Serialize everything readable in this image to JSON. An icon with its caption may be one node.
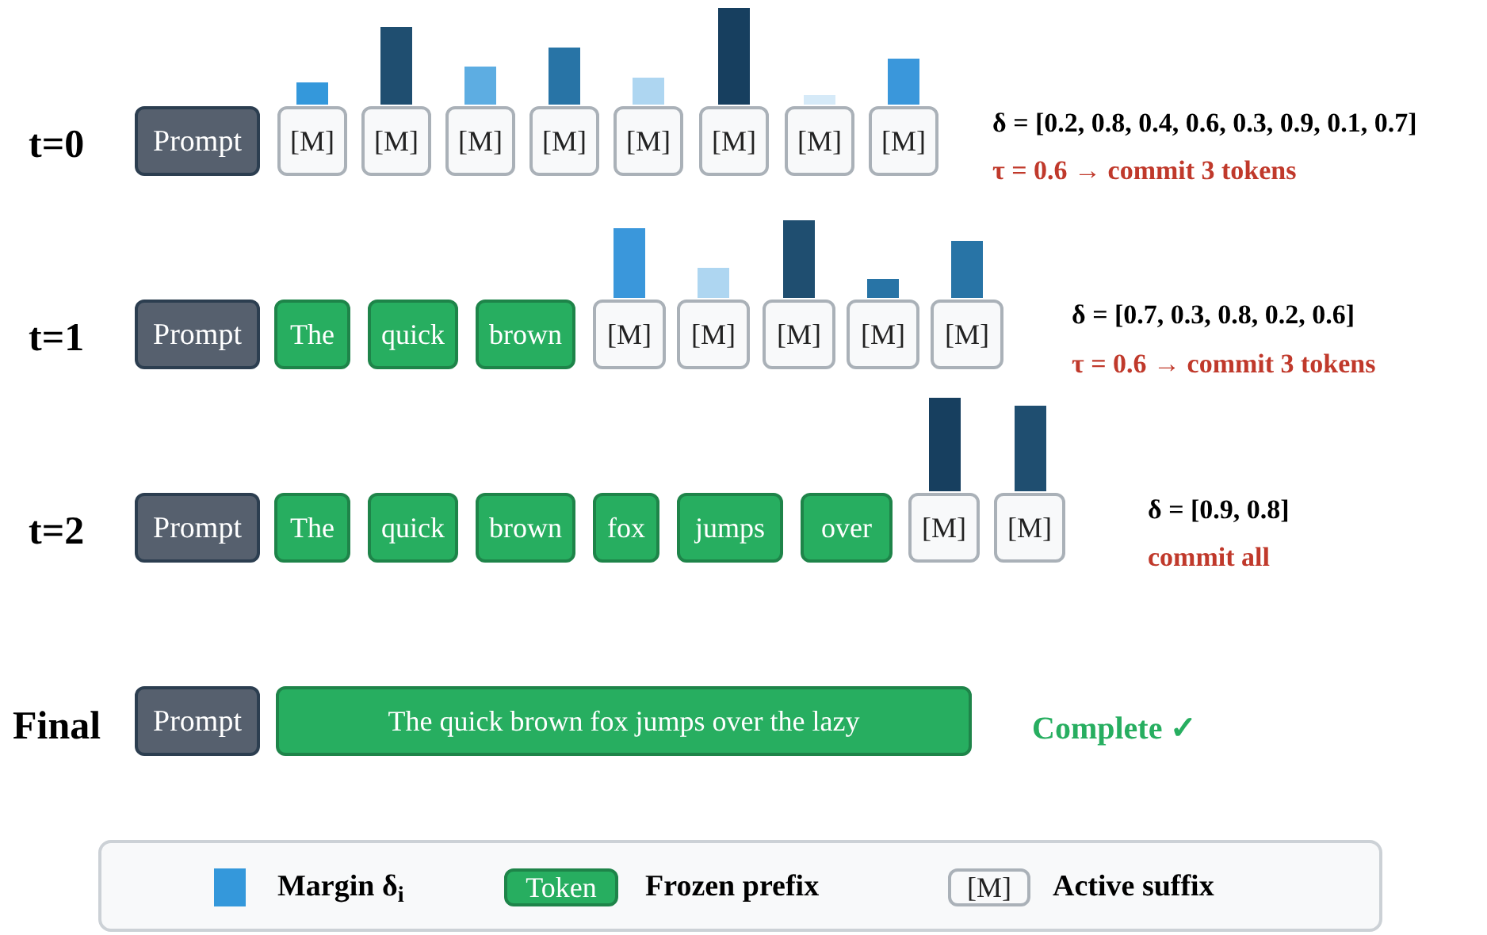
{
  "diagram": {
    "nodes": [
      {
        "text": [
          "Prompt"
        ]
      },
      {
        "text": [
          "[M]"
        ]
      },
      {
        "text": [
          "[M]"
        ]
      },
      {
        "text": [
          "[M]"
        ]
      },
      {
        "text": [
          "[M]"
        ]
      },
      {
        "text": [
          "[M]"
        ]
      },
      {
        "text": [
          "[M]"
        ]
      },
      {
        "text": [
          "[M]"
        ]
      },
      {
        "text": [
          "[M]"
        ]
      },
      {
        "text": [
          "Prompt"
        ]
      },
      {
        "text": [
          "The"
        ]
      },
      {
        "text": [
          "quick"
        ]
      },
      {
        "text": [
          "brown"
        ]
      },
      {
        "text": [
          "[M]"
        ]
      },
      {
        "text": [
          "[M]"
        ]
      },
      {
        "text": [
          "[M]"
        ]
      },
      {
        "text": [
          "[M]"
        ]
      },
      {
        "text": [
          "[M]"
        ]
      },
      {
        "text": [
          "Prompt"
        ]
      },
      {
        "text": [
          "The"
        ]
      },
      {
        "text": [
          "quick"
        ]
      },
      {
        "text": [
          "brown"
        ]
      },
      {
        "text": [
          "fox"
        ]
      },
      {
        "text": [
          "jumps"
        ]
      },
      {
        "text": [
          "over"
        ]
      },
      {
        "text": [
          "[M]"
        ]
      },
      {
        "text": [
          "[M]"
        ]
      },
      {
        "text": [
          "Prompt"
        ]
      },
      {
        "text": [
          "The quick brown fox jumps over the lazy"
        ]
      },
      {
        "text": [
          "Token"
        ]
      },
      {
        "text": [
          "[M]"
        ]
      }
    ],
    "labels": [
      "t=0",
      "δ = [0.2, 0.8, 0.4, 0.6, 0.3, 0.9, 0.1, 0.7]",
      "τ = 0.6 → commit 3 tokens",
      "t=1",
      "δ = [0.7, 0.3, 0.8, 0.2, 0.6]",
      "τ = 0.6 → commit 3 tokens",
      "t=2",
      "δ = [0.9, 0.8]",
      "commit all",
      "Final",
      "Complete ✓"
    ],
    "legend": [
      {
        "text": "Margin δ$_{i}$",
        "color": "#3498db"
      },
      {
        "text": "Frozen prefix"
      },
      {
        "text": "Active suffix"
      }
    ]
  }
}
